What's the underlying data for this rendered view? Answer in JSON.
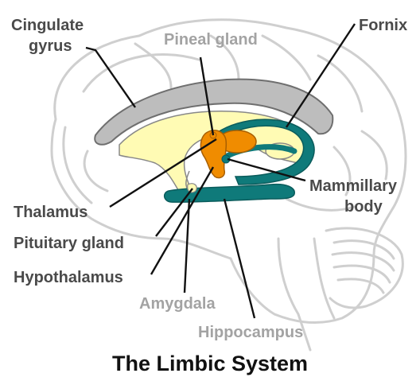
{
  "title": "The Limbic System",
  "labels": {
    "cingulate_gyrus_line1": "Cingulate",
    "cingulate_gyrus_line2": "gyrus",
    "pineal_gland": "Pineal gland",
    "fornix": "Fornix",
    "mammillary_line1": "Mammillary",
    "mammillary_line2": "body",
    "thalamus": "Thalamus",
    "pituitary_gland": "Pituitary gland",
    "hypothalamus": "Hypothalamus",
    "amygdala": "Amygdala",
    "hippocampus": "Hippocampus"
  },
  "colors": {
    "brain_outline": "#cfcfcf",
    "cingulate": "#bdbdbd",
    "corpus": "#fffbb4",
    "fornix_hippocampus": "#0f7a7a",
    "thalamus_hypothalamus": "#f08c00",
    "label_text": "#4a4a4a",
    "label_text_light": "#a3a3a3"
  }
}
